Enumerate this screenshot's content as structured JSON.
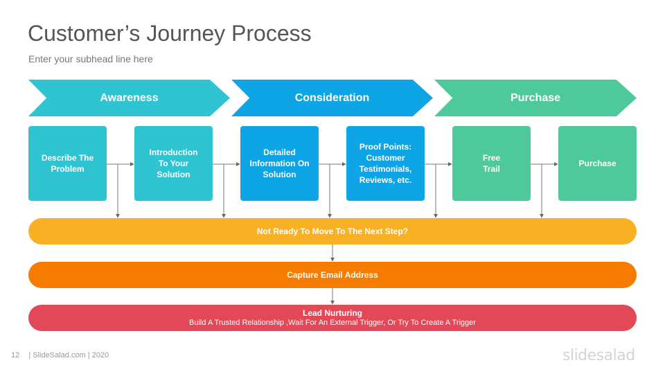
{
  "slide": {
    "title": "Customer’s Journey Process",
    "subtitle": "Enter your subhead line here"
  },
  "stages": [
    {
      "label": "Awareness",
      "color": "#2ec4d2"
    },
    {
      "label": "Consideration",
      "color": "#0ea5e6"
    },
    {
      "label": "Purchase",
      "color": "#4ec99c"
    }
  ],
  "steps": [
    {
      "label": "Describe The\nProblem"
    },
    {
      "label": "Introduction\nTo Your\nSolution"
    },
    {
      "label": "Detailed\nInformation On\nSolution"
    },
    {
      "label": "Proof Points:\nCustomer\nTestimonials,\nReviews, etc."
    },
    {
      "label": "Free\nTrail"
    },
    {
      "label": "Purchase"
    }
  ],
  "bars": [
    {
      "label": "Not Ready To Move To The Next Step?",
      "color": "#f8b124"
    },
    {
      "label": "Capture Email Address",
      "color": "#f57c00"
    },
    {
      "label": "Lead Nurturing",
      "sublabel": "Build A Trusted Relationship ,Wait For An External Trigger, Or Try To Create A Trigger",
      "color": "#e24857"
    }
  ],
  "footer": {
    "page_number": "12",
    "credit": "| SlideSalad.com | 2020",
    "logo_text": "slidesalad"
  }
}
